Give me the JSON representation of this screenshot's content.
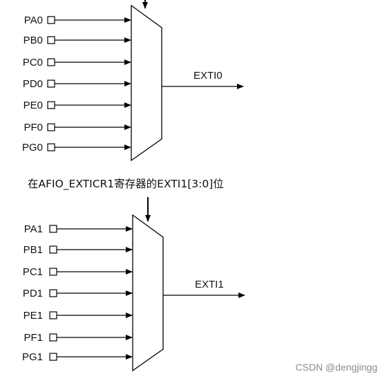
{
  "mux_top": {
    "inputs": [
      "PA0",
      "PB0",
      "PC0",
      "PD0",
      "PE0",
      "PF0",
      "PG0"
    ],
    "output": "EXTI0"
  },
  "caption": "在AFIO_EXTICR1寄存器的EXTI1[3:0]位",
  "mux_bottom": {
    "inputs": [
      "PA1",
      "PB1",
      "PC1",
      "PD1",
      "PE1",
      "PF1",
      "PG1"
    ],
    "output": "EXTI1"
  },
  "watermark": "CSDN @dengjingg",
  "colors": {
    "line": "#000000",
    "watermark": "#8a8a8a"
  }
}
